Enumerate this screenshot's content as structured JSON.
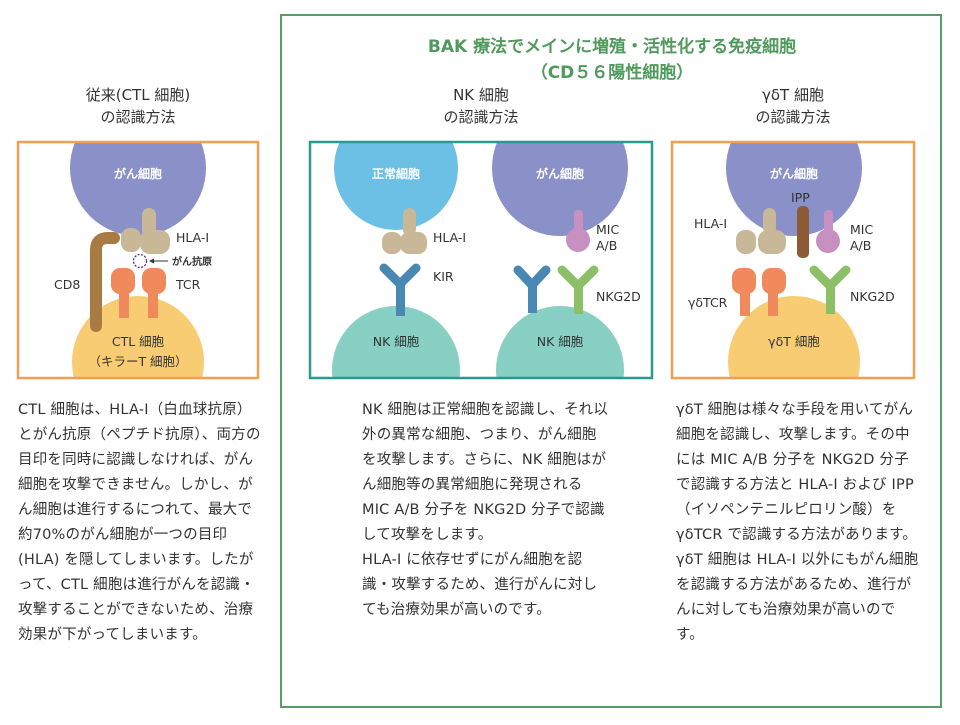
{
  "bak_heading": {
    "line1": "BAK 療法でメインに増殖・活性化する免疫細胞",
    "line2": "（CD５６陽性細胞）"
  },
  "panels": {
    "ctl": {
      "title1": "従来(CTL 細胞)",
      "title2": "の認識方法",
      "cancer_cell": "がん細胞",
      "hla": "HLA-I",
      "antigen": "がん抗原",
      "cd8": "CD8",
      "tcr": "TCR",
      "ctl_cell_1": "CTL 細胞",
      "ctl_cell_2": "（キラーT 細胞）",
      "desc": "CTL 細胞は、HLA-I（白血球抗原）とがん抗原（ペプチド抗原）、両方の目印を同時に認識しなければ、がん細胞を攻撃できません。しかし、がん細胞は進行するにつれて、最大で約70%のがん細胞が一つの目印(HLA) を隠してしまいます。したがって、CTL 細胞は進行がんを認識・攻撃することができないため、治療効果が下がってしまいます。"
    },
    "nk": {
      "title1": "NK 細胞",
      "title2": "の認識方法",
      "normal_cell": "正常細胞",
      "cancer_cell": "がん細胞",
      "hla": "HLA-I",
      "kir": "KIR",
      "mic_1": "MIC",
      "mic_2": "A/B",
      "nkg2d": "NKG2D",
      "nk_cell": "NK 細胞",
      "desc1": "NK 細胞は正常細胞を認識し、それ以外の異常な細胞、つまり、がん細胞を攻撃します。さらに、NK 細胞はがん細胞等の異常細胞に発現される MIC A/B 分子を NKG2D 分子で認識して攻撃をします。",
      "desc2": "HLA-I に依存せずにがん細胞を認識・攻撃するため、進行がんに対しても治療効果が高いのです。"
    },
    "gd": {
      "title1": "γδT 細胞",
      "title2": "の認識方法",
      "cancer_cell": "がん細胞",
      "hla": "HLA-I",
      "ipp": "IPP",
      "mic_1": "MIC",
      "mic_2": "A/B",
      "gdtcr": "γδTCR",
      "nkg2d": "NKG2D",
      "gd_cell": "γδT 細胞",
      "desc1": "γδT 細胞は様々な手段を用いてがん細胞を認識し、攻撃します。その中には MIC A/B 分子を NKG2D 分子で認識する方法と HLA-I および IPP（イソペンテニルピロリン酸）をγδTCR で認識する方法があります。",
      "desc2": "γδT 細胞は HLA-I 以外にもがん細胞を認識する方法があるため、進行がんに対しても治療効果が高いのです。"
    }
  },
  "colors": {
    "frame_orange": "#f0a050",
    "frame_teal": "#2a9a90",
    "bak_green": "#5c9a6a",
    "cancer_purple": "#8a90c8",
    "normal_blue": "#6cc0e6",
    "ctl_yellow": "#f8cc72",
    "nk_teal": "#88d0c4",
    "hla_tan": "#c8b898",
    "tcr_orange": "#f08a5c",
    "kir_blue": "#4a88b4",
    "nkg2d_green": "#8cc068",
    "mic_pink": "#c890c0",
    "cd8_brown": "#a87a44",
    "ipp_brown": "#8c5a34"
  }
}
